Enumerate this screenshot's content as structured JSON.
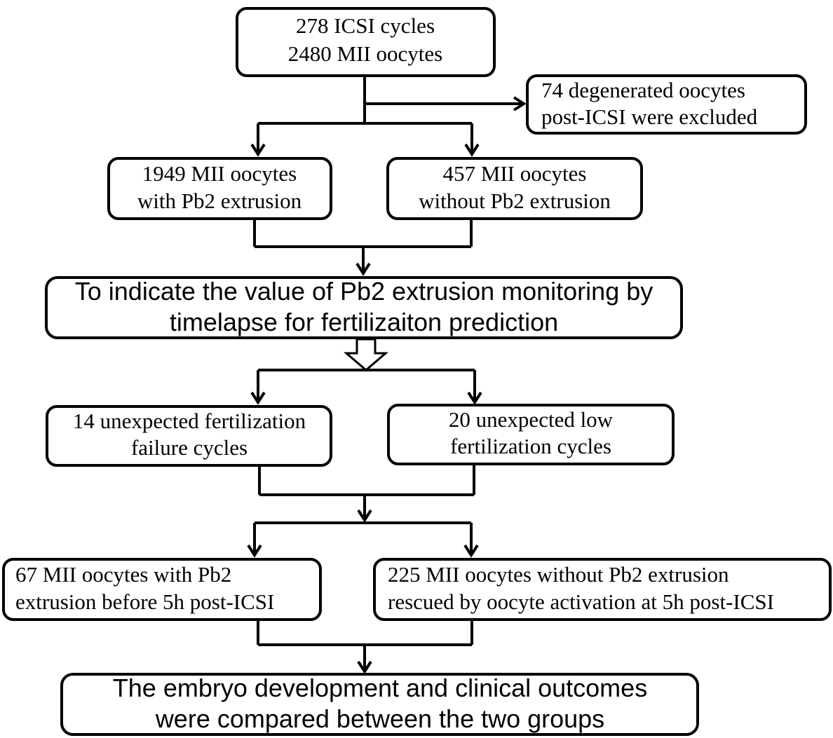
{
  "nodes": {
    "start": {
      "lines": [
        "278 ICSI cycles",
        "2480 MII oocytes"
      ]
    },
    "excluded": {
      "lines": [
        "74 degenerated oocytes",
        "post-ICSI were excluded"
      ]
    },
    "with_pb2": {
      "lines": [
        "1949 MII oocytes",
        "with Pb2 extrusion"
      ]
    },
    "without_pb2": {
      "lines": [
        "457 MII oocytes",
        "without Pb2 extrusion"
      ]
    },
    "aim": {
      "lines": [
        "To indicate the value of Pb2 extrusion monitoring by",
        "timelapse for fertilizaiton prediction"
      ]
    },
    "failure": {
      "lines": [
        "14 unexpected fertilization",
        "failure cycles"
      ]
    },
    "low": {
      "lines": [
        "20 unexpected low",
        "fertilization cycles"
      ]
    },
    "group_a": {
      "lines": [
        "67 MII oocytes with Pb2",
        "extrusion before 5h post-ICSI"
      ]
    },
    "group_b": {
      "lines": [
        "225 MII oocytes without Pb2 extrusion",
        "rescued by oocyte activation at 5h post-ICSI"
      ]
    },
    "outcome": {
      "lines": [
        "The embryo development and clinical outcomes",
        "were compared between the two groups"
      ]
    }
  }
}
